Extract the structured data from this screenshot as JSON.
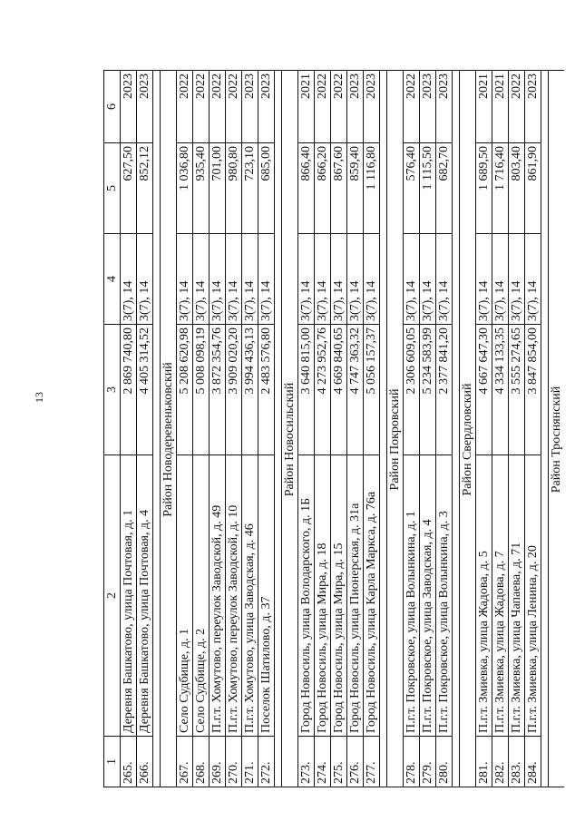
{
  "page_number": "13",
  "header": [
    "1",
    "2",
    "3",
    "4",
    "5",
    "6"
  ],
  "groups": [
    {
      "title": "",
      "rows": [
        [
          "265.",
          "Деревня Башкатово, улица Почтовая, д. 1",
          "2 869 740,80",
          "3(7), 14",
          "627,50",
          "2023"
        ],
        [
          "266.",
          "Деревня Башкатово, улица Почтовая, д. 4",
          "4 405 314,52",
          "3(7), 14",
          "852,12",
          "2023"
        ]
      ]
    },
    {
      "title": "Район Новодеревеньковский",
      "rows": [
        [
          "267.",
          "Село Судбище, д. 1",
          "5 208 620,98",
          "3(7), 14",
          "1 036,80",
          "2022"
        ],
        [
          "268.",
          "Село Судбище, д. 2",
          "5 008 098,19",
          "3(7), 14",
          "935,40",
          "2022"
        ],
        [
          "269.",
          "П.г.т. Хомутово, переулок Заводской, д. 49",
          "3 872 354,76",
          "3(7), 14",
          "701,00",
          "2022"
        ],
        [
          "270.",
          "П.г.т. Хомутово, переулок Заводской, д. 10",
          "3 909 020,20",
          "3(7), 14",
          "980,80",
          "2022"
        ],
        [
          "271.",
          "П.г.т. Хомутово, улица Заводская, д. 46",
          "3 994 436,13",
          "3(7), 14",
          "723,10",
          "2023"
        ],
        [
          "272.",
          "Поселок Шатилово, д. 37",
          "2 483 576,80",
          "3(7), 14",
          "685,00",
          "2023"
        ]
      ]
    },
    {
      "title": "Район Новосильский",
      "rows": [
        [
          "273.",
          "Город Новосиль, улица Володарского, д. 1Б",
          "3 640 815,00",
          "3(7), 14",
          "866,40",
          "2021"
        ],
        [
          "274.",
          "Город Новосиль, улица Мира, д. 18",
          "4 273 952,76",
          "3(7), 14",
          "866,20",
          "2022"
        ],
        [
          "275.",
          "Город Новосиль, улица Мира, д. 15",
          "4 669 840,65",
          "3(7), 14",
          "867,60",
          "2022"
        ],
        [
          "276.",
          "Город Новосиль, улица Пионерская, д. 31а",
          "4 747 363,32",
          "3(7), 14",
          "859,40",
          "2023"
        ],
        [
          "277.",
          "Город Новосиль, улица Карла Маркса, д. 76а",
          "5 056 157,37",
          "3(7), 14",
          "1 116,80",
          "2023"
        ]
      ]
    },
    {
      "title": "Район Покровский",
      "rows": [
        [
          "278.",
          "П.г.т. Покровское, улица Волынкина, д. 1",
          "2 306 609,05",
          "3(7), 14",
          "576,40",
          "2022"
        ],
        [
          "279.",
          "П.г.т. Покровское, улица Заводская, д. 4",
          "5 234 583,99",
          "3(7), 14",
          "1 115,50",
          "2023"
        ],
        [
          "280.",
          "П.г.т. Покровское, улица Волынкина, д. 3",
          "2 377 841,20",
          "3(7), 14",
          "682,70",
          "2023"
        ]
      ]
    },
    {
      "title": "Район Свердловский",
      "rows": [
        [
          "281.",
          "П.г.т. Змиевка, улица Жадова, д. 5",
          "4 667 647,30",
          "3(7), 14",
          "1 689,50",
          "2021"
        ],
        [
          "282.",
          "П.г.т. Змиевка, улица Жадова, д. 7",
          "4 334 133,35",
          "3(7), 14",
          "1 716,40",
          "2021"
        ],
        [
          "283.",
          "П.г.т. Змиевка, улица Чапаева, д. 71",
          "3 555 274,65",
          "3(7), 14",
          "803,40",
          "2022"
        ],
        [
          "284.",
          "П.г.т. Змиевка, улица Ленина, д. 20",
          "3 847 854,00",
          "3(7), 14",
          "861,90",
          "2023"
        ]
      ]
    },
    {
      "title": "Район Троснянский",
      "rows": []
    }
  ]
}
